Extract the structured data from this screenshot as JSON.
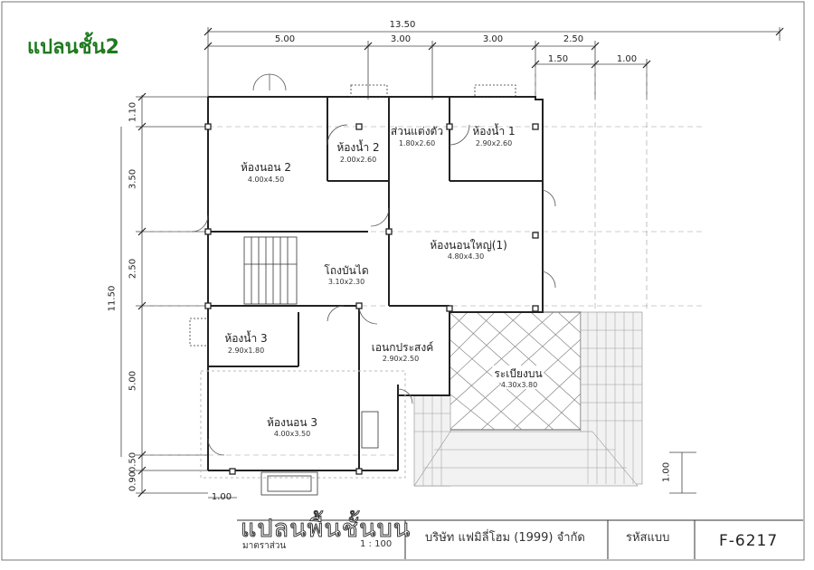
{
  "corner_label": "แปลนชั้น2",
  "title_block": {
    "sheet_title": "แปลนพื้นชั้นบน",
    "scale_label": "มาตราส่วน",
    "scale_value": "1 : 100",
    "company": "บริษัท แฟมิลี่โฮม (1999) จำกัด",
    "code_caption": "รหัสแบบ",
    "code_value": "F-6217"
  },
  "rooms": [
    {
      "name": "ห้องนอน 2",
      "size": "4.00x4.50"
    },
    {
      "name": "ห้องน้ำ 2",
      "size": "2.00x2.60"
    },
    {
      "name": "ส่วนแต่งตัว",
      "size": "1.80x2.60"
    },
    {
      "name": "ห้องน้ำ 1",
      "size": "2.90x2.60"
    },
    {
      "name": "ห้องนอนใหญ่(1)",
      "size": "4.80x4.30"
    },
    {
      "name": "โถงบันได",
      "size": "3.10x2.30"
    },
    {
      "name": "ห้องน้ำ 3",
      "size": "2.90x1.80"
    },
    {
      "name": "เอนกประสงค์",
      "size": "2.90x2.50"
    },
    {
      "name": "ระเบียงบน",
      "size": "4.30x3.80"
    },
    {
      "name": "ห้องนอน 3",
      "size": "4.00x3.50"
    }
  ],
  "dimensions": {
    "top_overall": "13.50",
    "top_segments": [
      "5.00",
      "3.00",
      "3.00",
      "2.50"
    ],
    "top_sub": [
      "1.50",
      "1.00"
    ],
    "left_overall": "11.50",
    "left_segments": [
      "1.10",
      "3.50",
      "2.50",
      "5.00",
      "0.50",
      "0.90"
    ],
    "bottom_left": "1.00",
    "right_bottom": "1.00"
  }
}
